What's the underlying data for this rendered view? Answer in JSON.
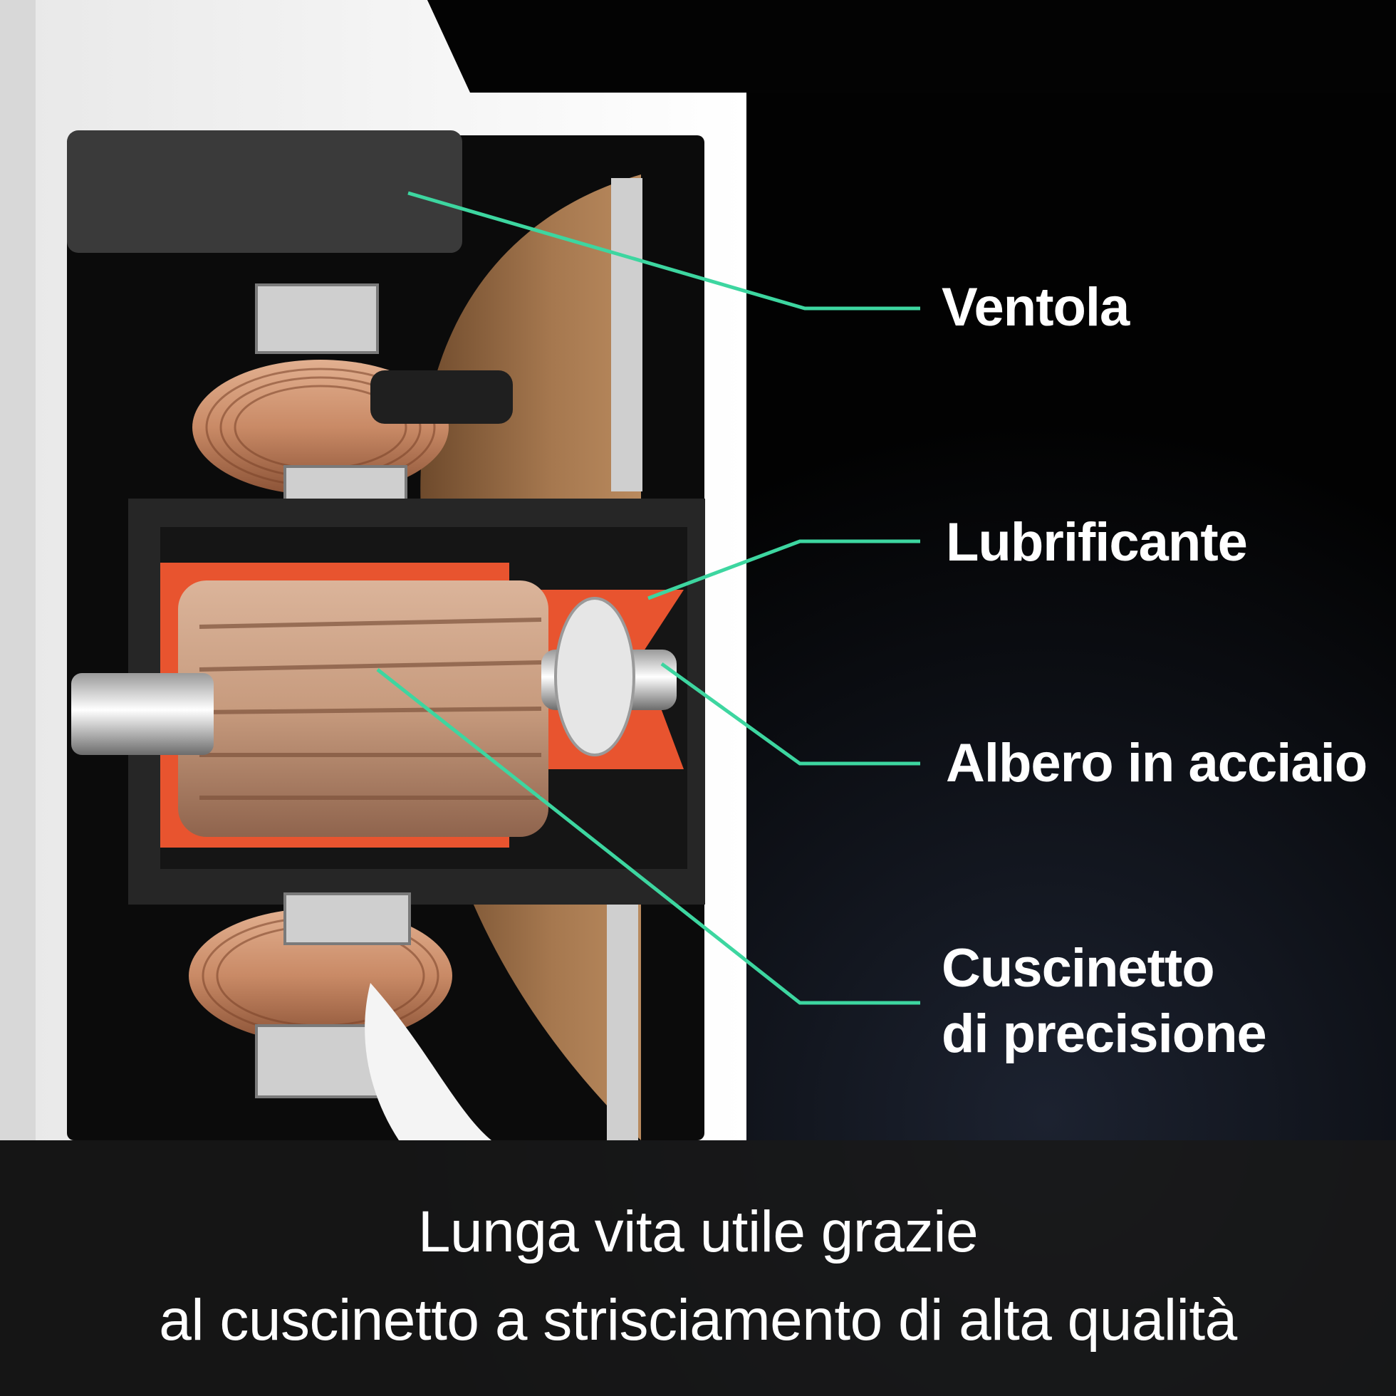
{
  "callouts": {
    "ventola": "Ventola",
    "lubrificante": "Lubrificante",
    "albero": "Albero in acciaio",
    "cuscinetto_line1": "Cuscinetto",
    "cuscinetto_line2": "di precisione"
  },
  "caption": {
    "line1": "Lunga vita utile grazie",
    "line2": "al cuscinetto a strisciamento di alta qualità"
  },
  "colors": {
    "leader_line": "#3dd6a0",
    "lubricant": "#e8542f",
    "copper": "#c98a66",
    "background": "#020202"
  }
}
